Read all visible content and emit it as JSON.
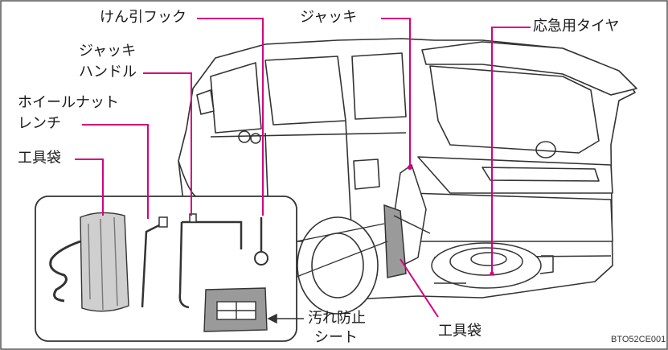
{
  "labels": {
    "tow_hook": "けん引フック",
    "jack": "ジャッキ",
    "spare_tire": "応急用タイヤ",
    "jack_handle_line1": "ジャッキ",
    "jack_handle_line2": "ハンドル",
    "lug_wrench_line1": "ホイールナット",
    "lug_wrench_line2": "レンチ",
    "tool_bag_left": "工具袋",
    "dirt_sheet_line1": "汚れ防止",
    "dirt_sheet_line2": "シート",
    "tool_bag_bottom": "工具袋"
  },
  "figure_code": "BTO52CE001",
  "colors": {
    "leader": "#d6007f",
    "outline": "#333333",
    "frame": "#555555",
    "fill": "#f2f2f2",
    "dark_fill": "#8a8a8a"
  }
}
